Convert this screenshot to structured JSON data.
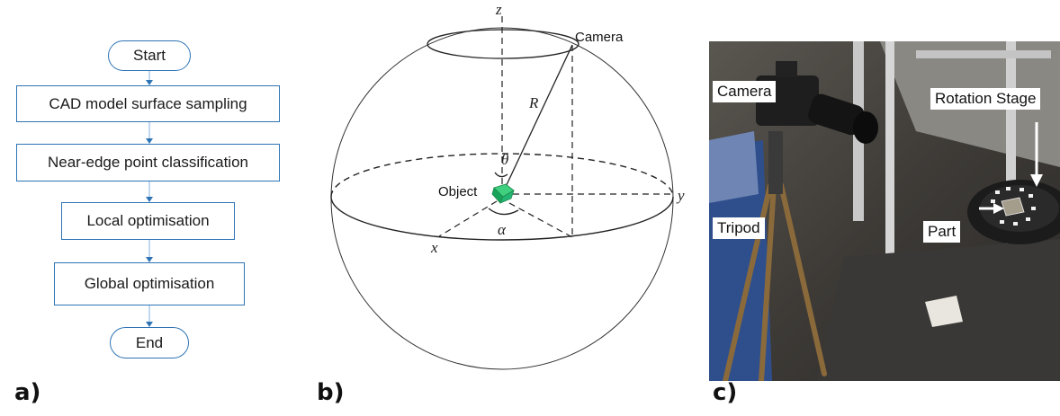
{
  "panels": {
    "a": {
      "letter": "a)",
      "flowchart": {
        "start": "Start",
        "steps": [
          "CAD model surface sampling",
          "Near-edge point classification",
          "Local optimisation",
          "Global optimisation"
        ],
        "end": "End"
      }
    },
    "b": {
      "letter": "b)",
      "axes": {
        "z": "z",
        "y": "y",
        "x": "x"
      },
      "labels": {
        "camera": "Camera",
        "object": "Object",
        "radius": "R",
        "theta": "θ",
        "alpha": "α"
      }
    },
    "c": {
      "letter": "c)",
      "labels": {
        "camera": "Camera",
        "rotation_stage": "Rotation Stage",
        "tripod": "Tripod",
        "part": "Part"
      }
    }
  },
  "colors": {
    "flow_border": "#2e74b5",
    "arrow": "#2e74b5",
    "object": "#22b573"
  }
}
